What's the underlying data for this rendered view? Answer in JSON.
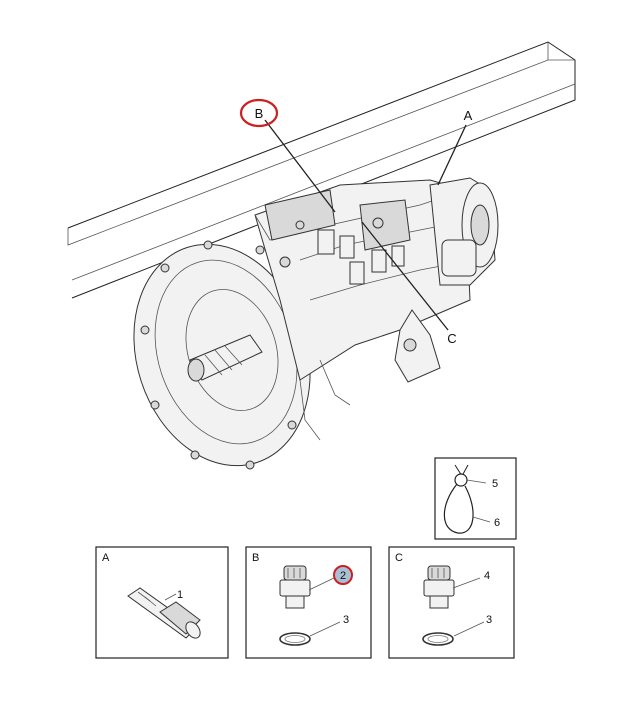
{
  "callouts": {
    "main_a": "A",
    "main_b": "B",
    "main_c": "C"
  },
  "inset_loop": {
    "label_5": "5",
    "label_6": "6"
  },
  "detail_boxes": [
    {
      "title": "A",
      "part_labels": [
        "1"
      ]
    },
    {
      "title": "B",
      "part_labels": [
        "2",
        "3"
      ]
    },
    {
      "title": "C",
      "part_labels": [
        "4",
        "3"
      ]
    }
  ],
  "colors": {
    "highlight_circle": "#cc1f1f",
    "highlight_fill": "#a9bfd6",
    "line": "#222222"
  }
}
